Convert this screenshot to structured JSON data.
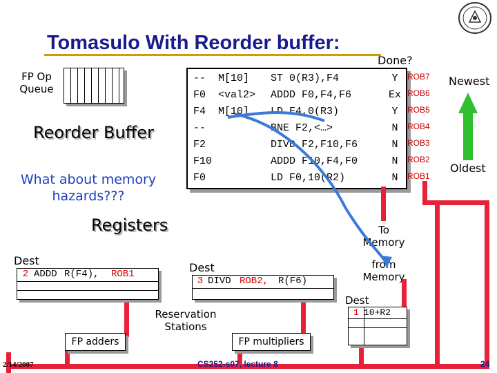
{
  "slide": {
    "title": "Tomasulo With Reorder buffer:",
    "done_header": "Done?",
    "fp_op_queue": "FP Op\nQueue",
    "reorder_buffer": "Reorder Buffer",
    "memory_question": "What about memory\nhazards???",
    "registers": "Registers",
    "newest": "Newest",
    "oldest": "Oldest",
    "to_memory": "To\nMemory",
    "from_memory": "from\nMemory",
    "reservation_stations": "Reservation\nStations",
    "fp_adders": "FP adders",
    "fp_multipliers": "FP multipliers",
    "date": "2/14/2007",
    "course": "CS252-s07, lecture 8",
    "page": "24"
  },
  "rob": {
    "rows": [
      {
        "dest": "--",
        "value": "M[10]",
        "instr": "ST 0(R3),F4",
        "done": "Y",
        "id": "ROB7"
      },
      {
        "dest": "F0",
        "value": "<val2>",
        "instr": "ADDD F0,F4,F6",
        "done": "Ex",
        "id": "ROB6"
      },
      {
        "dest": "F4",
        "value": "M[10]",
        "instr": "LD F4,0(R3)",
        "done": "Y",
        "id": "ROB5"
      },
      {
        "dest": "--",
        "value": "",
        "instr": "BNE F2,<…>",
        "done": "N",
        "id": "ROB4"
      },
      {
        "dest": "F2",
        "value": "",
        "instr": "DIVD F2,F10,F6",
        "done": "N",
        "id": "ROB3"
      },
      {
        "dest": "F10",
        "value": "",
        "instr": "ADDD F10,F4,F0",
        "done": "N",
        "id": "ROB2"
      },
      {
        "dest": "F0",
        "value": "",
        "instr": "LD F0,10(R2)",
        "done": "N",
        "id": "ROB1"
      }
    ]
  },
  "fp_add_rs": {
    "dest_label": "Dest",
    "row": {
      "num": "2",
      "op": "ADDD",
      "vj": "R(F4),",
      "vk": "ROB1"
    }
  },
  "fp_mul_rs": {
    "dest_label": "Dest",
    "row": {
      "num": "3",
      "op": "DIVD",
      "vj": "ROB2,",
      "vk": "R(F6)"
    }
  },
  "load_buffer": {
    "dest_label": "Dest",
    "row": {
      "num": "1",
      "addr": "10+R2"
    }
  },
  "colors": {
    "title": "#1a1a8c",
    "underline": "#c8a000",
    "bus": "#e8213a",
    "arrow": "#3a7ad8",
    "newest_arrow": "#2fbf2f",
    "rob_id": "#cc0000"
  },
  "icons": {
    "logo": "university-seal-icon"
  }
}
